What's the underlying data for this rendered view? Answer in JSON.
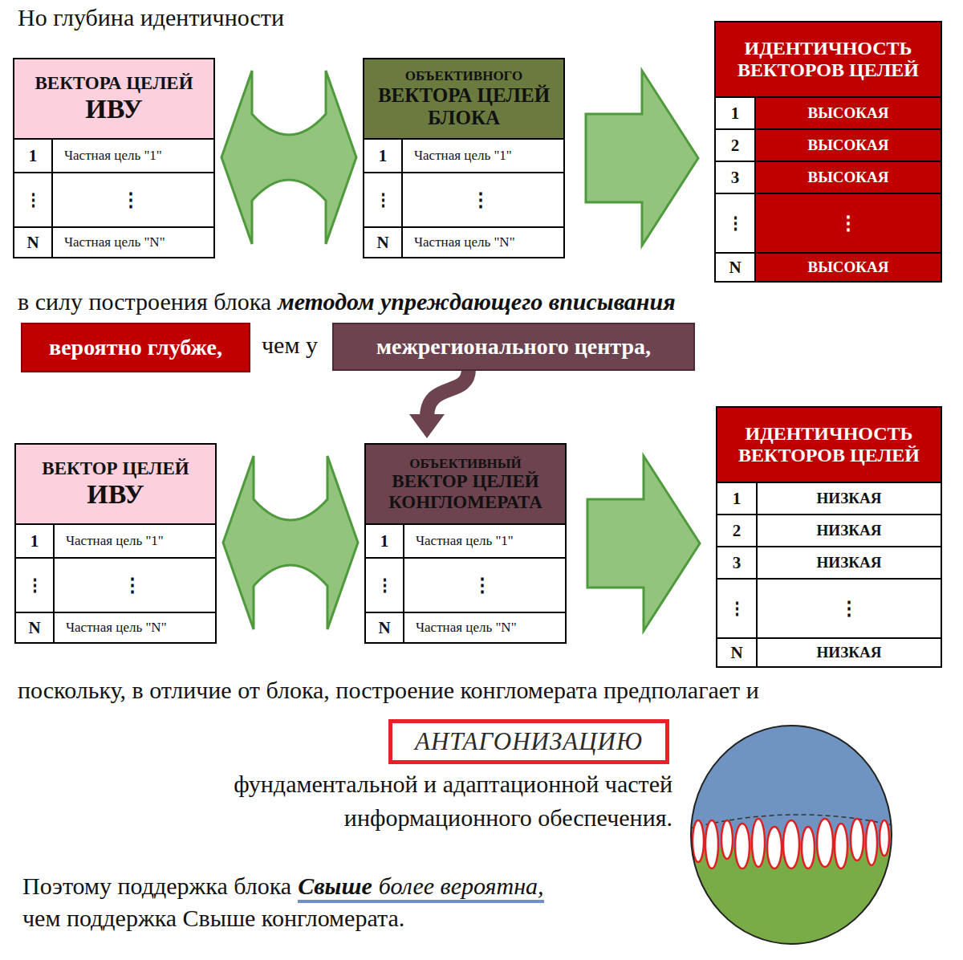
{
  "diagram": {
    "nodes": [
      {
        "text": [
          "ВЕКТОРА ЦЕЛЕЙ",
          "ИВУ",
          "1",
          "Частная цель \"1\"",
          "⋮",
          "⋮",
          "N",
          "Частная цель \"N\""
        ]
      },
      {
        "text": [
          "ОБЪЕКТИВНОГО",
          "ВЕКТОРА ЦЕЛЕЙ БЛОКА",
          "1",
          "Частная цель \"1\"",
          "⋮",
          "⋮",
          "N",
          "Частная цель \"N\""
        ]
      },
      {
        "text": [
          "ИДЕНТИЧНОСТЬ ВЕКТОРОВ ЦЕЛЕЙ",
          "1",
          "ВЫСОКАЯ",
          "2",
          "ВЫСОКАЯ",
          "3",
          "ВЫСОКАЯ",
          "⋮",
          "⋮",
          "N",
          "ВЫСОКАЯ"
        ]
      },
      {
        "text": [
          "вероятно глубже,"
        ]
      },
      {
        "text": [
          "межрегионального центра,"
        ]
      },
      {
        "text": [
          "ВЕКТОР ЦЕЛЕЙ",
          "ИВУ",
          "1",
          "Частная цель \"1\"",
          "⋮",
          "⋮",
          "N",
          "Частная цель \"N\""
        ]
      },
      {
        "text": [
          "ОБЪЕКТИВНЫЙ",
          "ВЕКТОР ЦЕЛЕЙ КОНГЛОМЕРАТА",
          "1",
          "Частная цель \"1\"",
          "⋮",
          "⋮",
          "N",
          "Частная цель \"N\""
        ]
      },
      {
        "text": [
          "ИДЕНТИЧНОСТЬ ВЕКТОРОВ ЦЕЛЕЙ",
          "1",
          "НИЗКАЯ",
          "2",
          "НИЗКАЯ",
          "3",
          "НИЗКАЯ",
          "⋮",
          "⋮",
          "N",
          "НИЗКАЯ"
        ]
      },
      {
        "text": [
          "АНТАГОНИЗАЦИЮ"
        ]
      }
    ],
    "edges": [
      {
        "from": 0,
        "to": 1,
        "arrow": "both"
      },
      {
        "from": 1,
        "to": 2,
        "arrow": "to"
      },
      {
        "from": 4,
        "to": 6,
        "arrow": "to"
      },
      {
        "from": 5,
        "to": 6,
        "arrow": "both"
      },
      {
        "from": 6,
        "to": 7,
        "arrow": "to"
      }
    ],
    "labels": [
      "Но глубина идентичности",
      "в силу построения блока",
      "методом упреждающего вписывания",
      "чем у",
      "поскольку, в отличие от блока, построение конгломерата предполагает и",
      "фундаментальной и адаптационной частей информационного обеспечения.",
      "Поэтому поддержка блока",
      "Свыше",
      "более вероятна,",
      "чем поддержка Свыше конгломерата."
    ]
  }
}
